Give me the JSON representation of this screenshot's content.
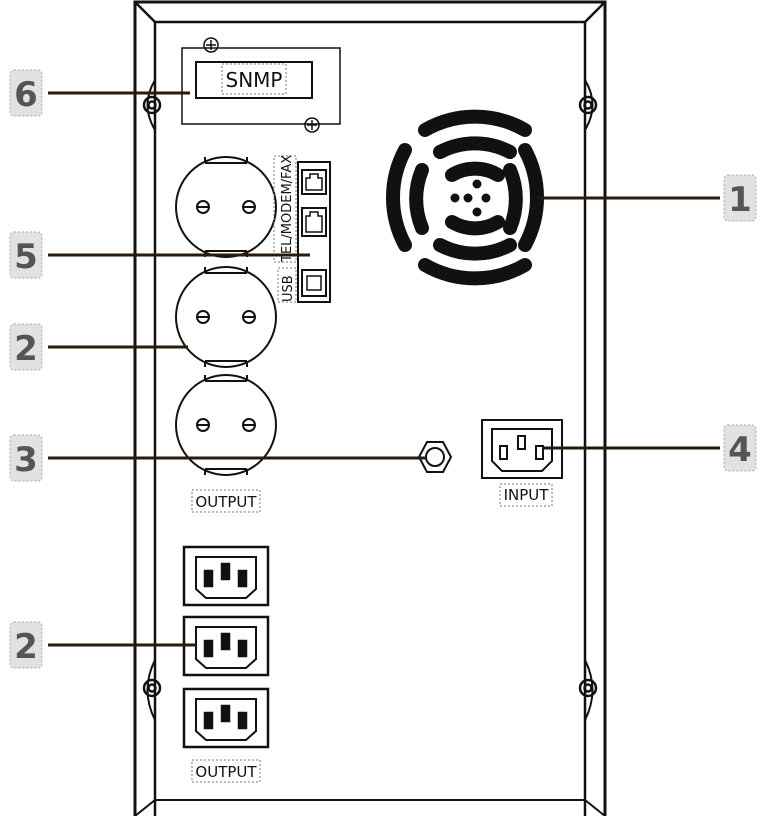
{
  "labels": {
    "snmp": "SNMP",
    "phone_ports": "TEL/MODEM/FAX",
    "usb": "USB",
    "output_top": "OUTPUT",
    "output_bottom": "OUTPUT",
    "input": "INPUT"
  },
  "callouts": [
    {
      "number": "6",
      "target": "SNMP slot"
    },
    {
      "number": "5",
      "target": "Communication ports"
    },
    {
      "number": "2",
      "target": "Schuko output sockets"
    },
    {
      "number": "3",
      "target": "Ground screw"
    },
    {
      "number": "2",
      "target": "IEC output sockets"
    },
    {
      "number": "1",
      "target": "Fan"
    },
    {
      "number": "4",
      "target": "AC input"
    }
  ],
  "colors": {
    "line": "#111111",
    "leader": "#2a1a0a",
    "badge_fill": "#e2e2e2",
    "badge_text": "#555555"
  }
}
